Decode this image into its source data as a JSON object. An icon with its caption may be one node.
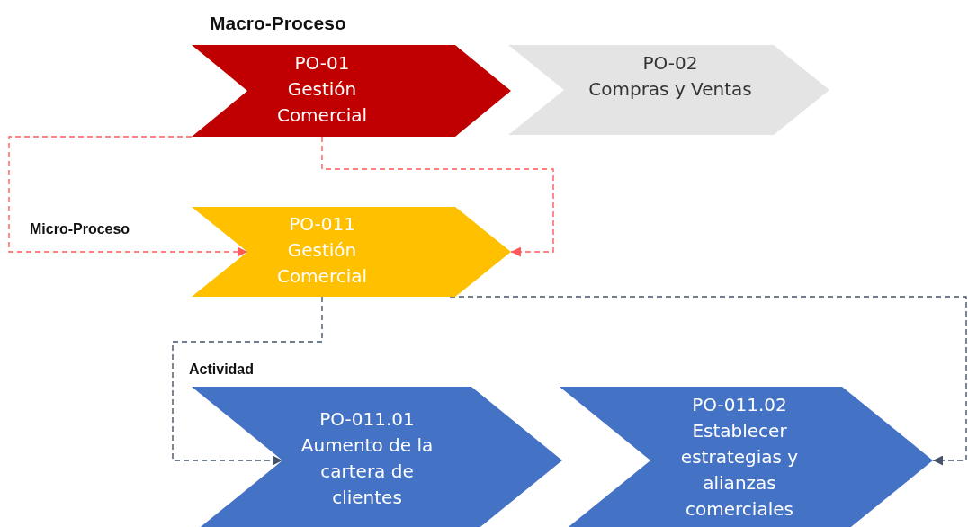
{
  "diagram": {
    "nodes": [
      {
        "text": [
          "PO-01",
          "Gestión Comercial"
        ]
      },
      {
        "text": [
          "PO-02",
          "Compras y Ventas"
        ]
      },
      {
        "text": [
          "PO-011",
          "Gestión Comercial"
        ]
      },
      {
        "text": [
          "PO-011.01",
          "Aumento de la cartera de clientes"
        ]
      },
      {
        "text": [
          "PO-011.02",
          "Establecer estrategias y alianzas comerciales"
        ]
      }
    ],
    "edges": [
      {
        "from": 0,
        "to": 2,
        "arrow": "to",
        "style": "dashed",
        "color": "#ff5a5a"
      },
      {
        "from": 0,
        "to": 2,
        "arrow": "to",
        "style": "dashed",
        "color": "#ff5a5a"
      },
      {
        "from": 2,
        "to": 3,
        "arrow": "to",
        "style": "dashed",
        "color": "#44546a"
      },
      {
        "from": 2,
        "to": 4,
        "arrow": "to",
        "style": "dashed",
        "color": "#44546a"
      }
    ],
    "labels": [
      "Macro-Proceso",
      "Micro-Proceso",
      "Actividad"
    ]
  }
}
